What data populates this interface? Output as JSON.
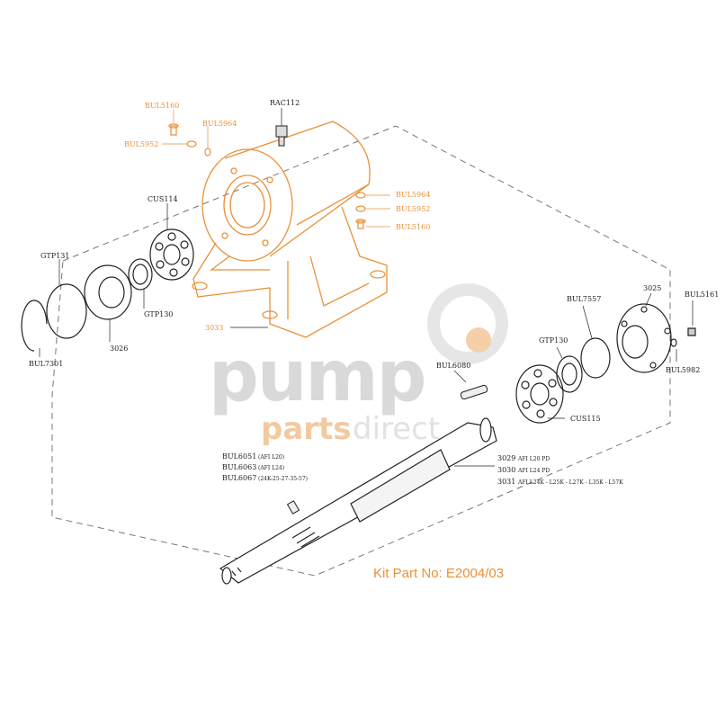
{
  "watermark": {
    "word1": "pump",
    "word2a": "parts",
    "word2b": "direct"
  },
  "kit_part": "Kit Part No: E2004/03",
  "colors": {
    "highlight": "#e8913a",
    "line": "#222222",
    "watermark": "#d9d9d9"
  },
  "labels": {
    "bul5160_top": "BUL5160",
    "bul5964_top": "BUL5964",
    "bul5952_top": "BUL5952",
    "rac112": "RAC112",
    "bul5964_right": "BUL5964",
    "bul5952_right": "BUL5952",
    "bul5160_right": "BUL5160",
    "cus114": "CUS114",
    "gtp131": "GTP131",
    "gtp130_left": "GTP130",
    "p3026": "3026",
    "bul7301": "BUL7301",
    "p3033": "3033",
    "bul7557": "BUL7557",
    "p3025": "3025",
    "bul5161": "BUL5161",
    "gtp130_right": "GTP130",
    "bul5982": "BUL5982",
    "bul6080": "BUL6080",
    "cus115": "CUS115",
    "bul6051": "BUL6051",
    "bul6051_sub": "(AFI L20)",
    "bul6063": "BUL6063",
    "bul6063_sub": "(AFI L24)",
    "bul6067": "BUL6067",
    "bul6067_sub": "(24K-25-27-35-57)",
    "p3029": "3029",
    "p3029_sub": "AFI L20 PD",
    "p3030": "3030",
    "p3030_sub": "AFI L24 PD",
    "p3031": "3031",
    "p3031_sub": "AFI L24K - L25K - L27K - L35K - L57K"
  }
}
